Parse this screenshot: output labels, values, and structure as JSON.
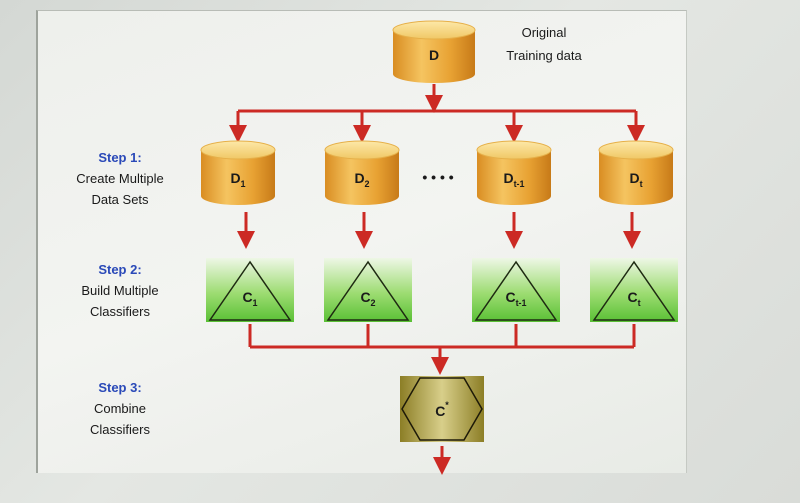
{
  "colors": {
    "arrow": "#cc2a24",
    "cylinder_top": "#f4d27c",
    "cylinder_body": "#e6a338",
    "classifier_fill": "#6ccb45",
    "combiner_fill": "#a89a3a",
    "step_title": "#2a49b8"
  },
  "original": {
    "label": "D",
    "caption_line1": "Original",
    "caption_line2": "Training data"
  },
  "steps": [
    {
      "title": "Step 1:",
      "line1": "Create Multiple",
      "line2": "Data Sets"
    },
    {
      "title": "Step 2:",
      "line1": "Build Multiple",
      "line2": "Classifiers"
    },
    {
      "title": "Step 3:",
      "line1": "Combine",
      "line2": "Classifiers"
    }
  ],
  "datasets": [
    {
      "base": "D",
      "sub": "1"
    },
    {
      "base": "D",
      "sub": "2"
    },
    {
      "base": "D",
      "sub": "t-1"
    },
    {
      "base": "D",
      "sub": "t"
    }
  ],
  "ellipsis": "• • • •",
  "classifiers": [
    {
      "base": "C",
      "sub": "1"
    },
    {
      "base": "C",
      "sub": "2"
    },
    {
      "base": "C",
      "sub": "t-1"
    },
    {
      "base": "C",
      "sub": "t"
    }
  ],
  "combined": {
    "base": "C",
    "sup": "*"
  }
}
